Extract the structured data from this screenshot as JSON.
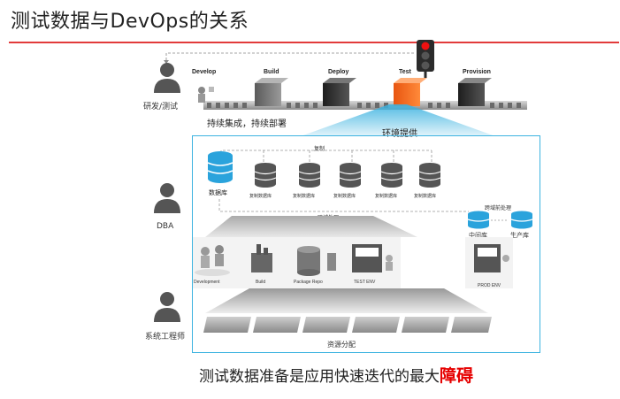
{
  "title": "测试数据与DevOps的关系",
  "roles": {
    "dev": "研发/测试",
    "dba": "DBA",
    "sys": "系统工程师"
  },
  "pipeline": {
    "stages": [
      "Develop",
      "Build",
      "Deploy",
      "Test",
      "Provision"
    ],
    "caption": "持续集成，持续部署"
  },
  "env": {
    "label": "环境提供",
    "copy_label": "复制",
    "db_label": "数据库",
    "copy_db_label": "复制数据库",
    "transfer_label": "跨域处理",
    "pre_transfer_label": "跨域前处理",
    "middle_db": "中间库",
    "prod_db": "生产库",
    "env_labels": [
      "Development",
      "Build",
      "Package Repo",
      "TEST ENV",
      "PROD ENV"
    ],
    "resource_label": "资源分配"
  },
  "bottom": {
    "text": "测试数据准备是应用快速迭代的最大",
    "emphasis": "障碍"
  },
  "colors": {
    "accent_red": "#e23b3b",
    "frame_blue": "#3db3e0",
    "db_blue": "#2aa3dc",
    "test_orange": "#ff6a1a"
  }
}
